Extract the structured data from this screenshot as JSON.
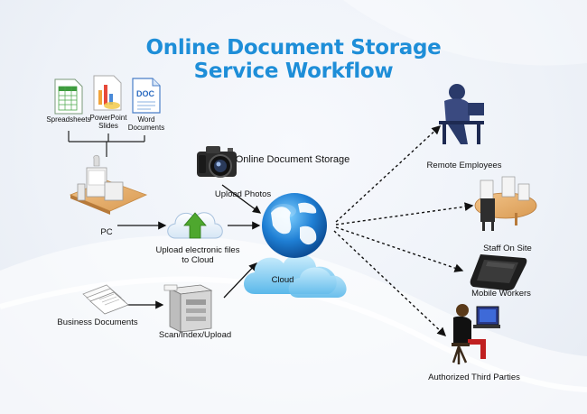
{
  "title": {
    "line1": "Online Document Storage",
    "line2": "Service Workflow"
  },
  "center": {
    "label": "Online Document Storage",
    "cloud_label": "Cloud"
  },
  "documents": {
    "spreadsheets": "Spreadsheets",
    "powerpoint_line1": "PowerPoint",
    "powerpoint_line2": "Slides",
    "word_line1": "Word",
    "word_line2": "Documents",
    "doc_icon_text": "DOC"
  },
  "sources": {
    "pc": "PC",
    "business_documents": "Business Documents",
    "upload_photos": "Upload Photos",
    "upload_files_line1": "Upload electronic files",
    "upload_files_line2": "to Cloud",
    "scan": "Scan/Index/Upload"
  },
  "users": {
    "remote_employees": "Remote Employees",
    "staff_on_site": "Staff On Site",
    "mobile_workers": "Mobile Workers",
    "authorized_third_parties": "Authorized Third Parties"
  },
  "colors": {
    "title": "#1e8ed8",
    "arrow": "#111111",
    "cloud": "#8fd0f2",
    "globe": "#2a86d1",
    "upload_arrow": "#4ea72e"
  }
}
